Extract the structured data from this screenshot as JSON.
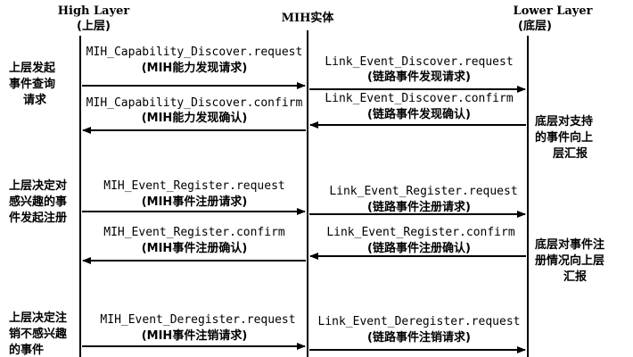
{
  "participants": {
    "high": {
      "title": "High Layer",
      "subtitle": "(上层)"
    },
    "mih": {
      "title": "MIH实体"
    },
    "lower": {
      "title": "Lower Layer",
      "subtitle": "(底层)"
    }
  },
  "side_notes": {
    "discover_left": [
      "上层发起",
      "事件查询",
      "请求"
    ],
    "discover_right": [
      "底层对支持",
      "的事件向上",
      "层汇报"
    ],
    "register_left": [
      "上层决定对",
      "感兴趣的事",
      "件发起注册"
    ],
    "register_right": [
      "底层对事件注",
      "册情况向上层",
      "汇报"
    ],
    "deregister_left": [
      "上层决定注",
      "销不感兴趣",
      "的事件"
    ]
  },
  "messages": [
    {
      "id": "mih-cap-req",
      "line1": "MIH_Capability_Discover.request",
      "line2": "(MIH能力发现请求)",
      "direction": "right",
      "segment": "high-mih"
    },
    {
      "id": "link-disc-req",
      "line1": "Link_Event_Discover.request",
      "line2": "(链路事件发现请求)",
      "direction": "right",
      "segment": "mih-lower"
    },
    {
      "id": "mih-cap-conf",
      "line1": "MIH_Capability_Discover.confirm",
      "line2": "(MIH能力发现确认)",
      "direction": "left",
      "segment": "high-mih"
    },
    {
      "id": "link-disc-conf",
      "line1": "Link_Event_Discover.confirm",
      "line2": "(链路事件发现确认)",
      "direction": "left",
      "segment": "mih-lower"
    },
    {
      "id": "mih-reg-req",
      "line1": "MIH_Event_Register.request",
      "line2": "(MIH事件注册请求)",
      "direction": "right",
      "segment": "high-mih"
    },
    {
      "id": "link-reg-req",
      "line1": "Link_Event_Register.request",
      "line2": "(链路事件注册请求)",
      "direction": "right",
      "segment": "mih-lower"
    },
    {
      "id": "mih-reg-conf",
      "line1": "MIH_Event_Register.confirm",
      "line2": "(MIH事件注册确认)",
      "direction": "left",
      "segment": "high-mih"
    },
    {
      "id": "link-reg-conf",
      "line1": "Link_Event_Register.confirm",
      "line2": "(链路事件注册确认)",
      "direction": "left",
      "segment": "mih-lower"
    },
    {
      "id": "mih-dereg-req",
      "line1": "MIH_Event_Deregister.request",
      "line2": "(MIH事件注销请求)",
      "direction": "right",
      "segment": "high-mih"
    },
    {
      "id": "link-dereg-req",
      "line1": "Link_Event_Deregister.request",
      "line2": "(链路事件注销请求)",
      "direction": "right",
      "segment": "mih-lower"
    }
  ]
}
